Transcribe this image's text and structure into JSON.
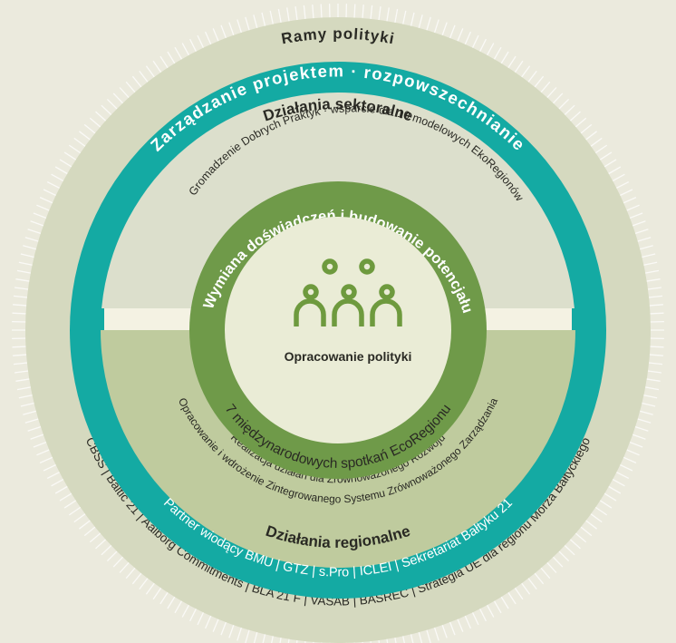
{
  "colors": {
    "background": "#ebeadd",
    "outer_ring": "#d5d9bf",
    "teal": "#14aaa3",
    "upper_band": "#dcdfcc",
    "lower_band": "#bfcb9e",
    "divider": "#f4f2e3",
    "inner_ring": "#6f9a49",
    "core": "#eaecd6",
    "icon": "#6e9a3e",
    "dark_text": "#2a2a24",
    "white_text": "#ffffff"
  },
  "outer_ring": {
    "title": "Ramy polityki",
    "partners_left": "CBSS | Baltic 21 | Aalborg Commitments | BLA 21 F | VASAB | BASREC | Strategia UE dla regionu Morza Bałtyckiego"
  },
  "teal_ring": {
    "top_label": "Zarządzanie projektem · rozpowszechnianie",
    "bottom_label": "Partner wiodący BMU | GTZ | s.Pro | ICLEI | Sekretariat Bałtyku 21"
  },
  "sectoral": {
    "title": "Działania sektoralne",
    "arc_text": "Gromadzenie Dobrych Praktyk · wsparcie dla 10 modelowych EkoRegionów"
  },
  "regional": {
    "title": "Działania regionalne",
    "arc_text_1": "Opracowanie i wdrożenie Zintegrowanego Systemu Zrównoważonego Zarządzania",
    "arc_text_2": "Realizacja działań dla Zrównoważonego Rozwoju"
  },
  "inner_ring": {
    "top_label": "Wymiana doświadczeń i budowanie potencjału",
    "bottom_label": "7 międzynarodowych spotkań EcoRegionu"
  },
  "core": {
    "icon": "people-group-icon",
    "label": "Opracowanie polityki"
  }
}
